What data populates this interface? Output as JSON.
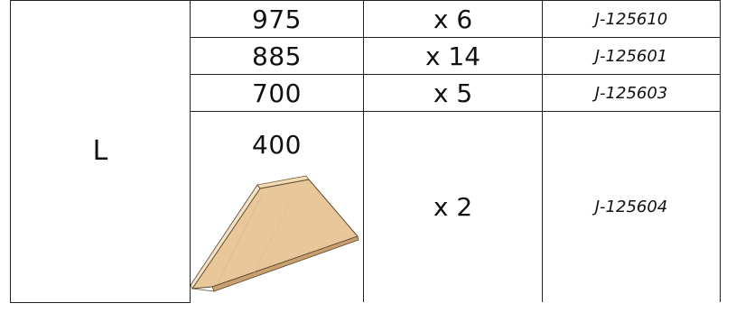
{
  "group_letter": "L",
  "rows": [
    {
      "length": "975",
      "quantity": "x 6",
      "reference": "J-125610"
    },
    {
      "length": "885",
      "quantity": "x 14",
      "reference": "J-125601"
    },
    {
      "length": "700",
      "quantity": "x 5",
      "reference": "J-125603"
    },
    {
      "length": "400",
      "quantity": "x 2",
      "reference": "J-125604"
    }
  ],
  "colors": {
    "wood": "#e8c79a",
    "wood_edge": "#c9a070",
    "line": "#222222"
  },
  "icons": {
    "part_image": "trapezoid-wood-board"
  }
}
